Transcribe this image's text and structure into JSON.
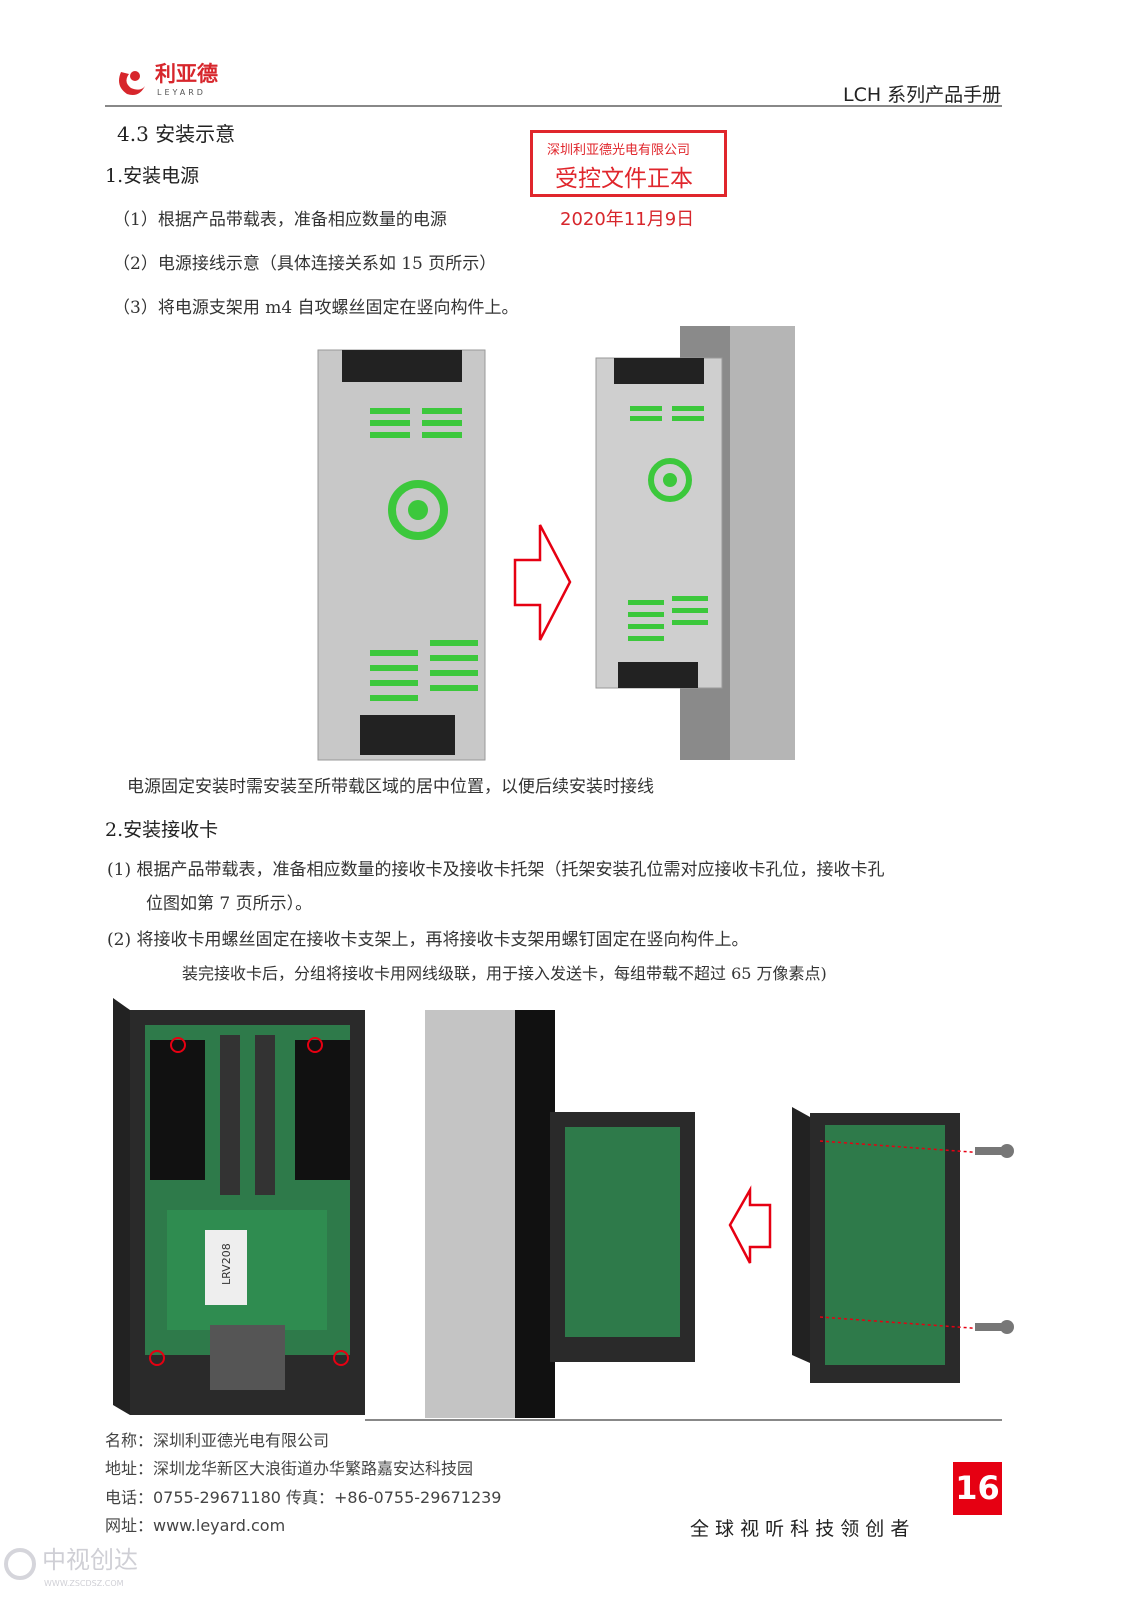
{
  "header": {
    "logo_cn": "利亚德",
    "logo_en": "LEYARD",
    "manual_title": "LCH 系列产品手册"
  },
  "stamp": {
    "company": "深圳利亚德光电有限公司",
    "title": "受控文件正本",
    "date": "2020年11月9日"
  },
  "section": {
    "title": "4.3 安装示意"
  },
  "part1": {
    "heading": "1.安装电源",
    "steps": [
      "（1）根据产品带载表，准备相应数量的电源",
      "（2）电源接线示意（具体连接关系如 15 页所示）",
      "（3）将电源支架用 m4 自攻螺丝固定在竖向构件上。"
    ],
    "caption": "电源固定安装时需安装至所带载区域的居中位置，以便后续安装时接线"
  },
  "part2": {
    "heading": "2.安装接收卡",
    "step1": "(1)  根据产品带载表，准备相应数量的接收卡及接收卡托架（托架安装孔位需对应接收卡孔位，接收卡孔",
    "step1_cont": "位图如第 7 页所示）。",
    "step2": "(2)  将接收卡用螺丝固定在接收卡支架上，再将接收卡支架用螺钉固定在竖向构件上。",
    "note": "装完接收卡后，分组将接收卡用网线级联，用于接入发送卡，每组带载不超过 65 万像素点)",
    "card_label": "LRV208"
  },
  "footer": {
    "name": "名称：深圳利亚德光电有限公司",
    "address": "地址：深圳龙华新区大浪街道办华繁路嘉安达科技园",
    "phone": "电话：0755-29671180 传真：+86-0755-29671239",
    "website": "网址：www.leyard.com",
    "slogan": "全 球 视 听 科 技 领 创 者",
    "page_number": "16"
  },
  "watermark": {
    "text": "中视创达",
    "url": "WWW.ZSCDSZ.COM"
  },
  "colors": {
    "red": "#e60012",
    "green": "#3cc83c"
  }
}
